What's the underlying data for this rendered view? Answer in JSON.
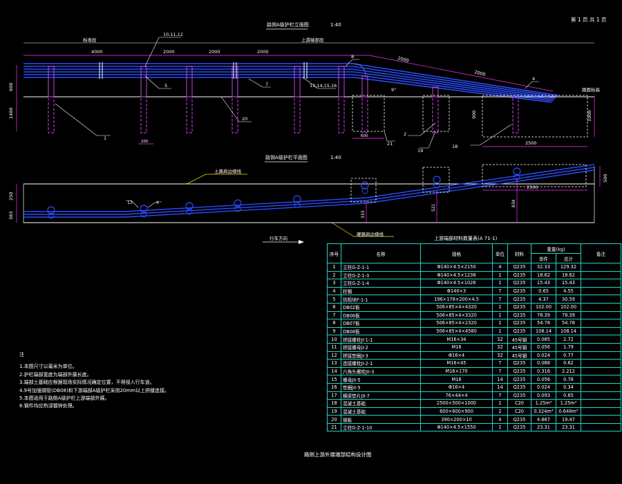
{
  "page": {
    "page_info": "第 1 页  共 1 页",
    "footer_title": "路侧上游外展端部结构设计图"
  },
  "elevation": {
    "title": "路侧A级护栏立面图",
    "scale": "1:40",
    "dims_top": [
      "4000",
      "2000",
      "2000",
      "2000",
      "2000",
      "2000"
    ],
    "label_std": "标准段",
    "label_transition": "上游端部段",
    "callout_top": "10,11,12",
    "callout_mid": "13,14,15,16",
    "callouts": [
      "5",
      "1",
      "7",
      "20",
      "8",
      "4",
      "2",
      "19",
      "18",
      "21"
    ],
    "angle": "9°",
    "left_dims": [
      "600",
      "1400"
    ],
    "right_dims": [
      "900",
      "1000"
    ],
    "bottom_dims": [
      "200",
      "600",
      "2500"
    ],
    "ground_label": "路面标高"
  },
  "plan": {
    "title": "路侧A级护栏平面图",
    "scale": "1:40",
    "label_edge_top": "土路肩边缘线",
    "label_edge_bottom": "硬路肩边缘线",
    "direction": "行车方向",
    "left_dims": [
      "250",
      "383"
    ],
    "right_dim": "500",
    "inner_dims": [
      "333",
      "521",
      "834"
    ],
    "bottom_dim": "2500",
    "callouts": [
      "13",
      "4"
    ]
  },
  "notes": {
    "title": "注",
    "items": [
      "1.本图尺寸以毫米为单位。",
      "2.护栏端部宽度为端部外展长度。",
      "3.端部土基础应根据现场实际情况确定位置，不得侵入行车道。",
      "4.9号加强钢管(DB08)和下游端部A级护栏采用20mm以上拼缝连接。",
      "5.本图适用于路侧A级护栏上游端部外展。",
      "6.钢件均应热浸镀锌处理。"
    ]
  },
  "table": {
    "title": "上游端部材料数量表(A 71-1)",
    "headers": [
      "序号",
      "名称",
      "规格",
      "单位",
      "材料",
      "单件",
      "总计",
      "备注"
    ],
    "weight_header": "重量(kg)",
    "rows": [
      [
        "1",
        "立柱G-Z-1-1",
        "Φ140×4.5×2150",
        "4",
        "Q235",
        "32.33",
        "129.32",
        ""
      ],
      [
        "2",
        "立柱G-Z-1-3",
        "Φ140×4.5×1238",
        "1",
        "Q235",
        "18.62",
        "18.62",
        ""
      ],
      [
        "3",
        "立柱G-Z-1-4",
        "Φ140×4.5×1026",
        "1",
        "Q235",
        "15.43",
        "15.43",
        ""
      ],
      [
        "4",
        "柱帽",
        "Φ140×3",
        "7",
        "Q235",
        "0.65",
        "4.55",
        ""
      ],
      [
        "5",
        "防阻块F-1-1",
        "196×178×200×4.5",
        "7",
        "Q235",
        "4.37",
        "30.59",
        ""
      ],
      [
        "6",
        "DB02板",
        "506×85×4×4320",
        "1",
        "Q235",
        "102.00",
        "102.00",
        ""
      ],
      [
        "7",
        "DB06板",
        "506×85×4×3320",
        "1",
        "Q235",
        "78.39",
        "78.39",
        ""
      ],
      [
        "8",
        "DB07板",
        "506×85×4×2320",
        "1",
        "Q235",
        "54.78",
        "54.78",
        ""
      ],
      [
        "9",
        "DB08板",
        "506×85×4×4580",
        "1",
        "Q235",
        "108.14",
        "108.14",
        ""
      ],
      [
        "10",
        "拼接螺栓JI-1-1",
        "M16×34",
        "32",
        "45号钢",
        "0.085",
        "2.72",
        ""
      ],
      [
        "11",
        "拼接螺母JI-2",
        "M16",
        "32",
        "45号钢",
        "0.056",
        "1.79",
        ""
      ],
      [
        "12",
        "拼接垫圈JI-3",
        "Φ16×4",
        "32",
        "45号钢",
        "0.024",
        "0.77",
        ""
      ],
      [
        "13",
        "连接螺栓JI-2-1",
        "M16×45",
        "7",
        "Q235",
        "0.088",
        "0.62",
        ""
      ],
      [
        "14",
        "六角头螺栓JII-3",
        "M16×170",
        "7",
        "Q235",
        "0.316",
        "2.212",
        ""
      ],
      [
        "15",
        "螺母JII-5",
        "M16",
        "14",
        "Q235",
        "0.056",
        "0.78",
        ""
      ],
      [
        "16",
        "垫圈JII-5",
        "Φ16×4",
        "14",
        "Q235",
        "0.024",
        "0.34",
        ""
      ],
      [
        "17",
        "横梁垫片JII-7",
        "76×44×4",
        "7",
        "Q235",
        "0.093",
        "0.65",
        ""
      ],
      [
        "18",
        "混凝土基础",
        "2500×500×1000",
        "1",
        "C20",
        "1.25m³",
        "1.25m³",
        ""
      ],
      [
        "19",
        "混凝土基础",
        "600×600×900",
        "2",
        "C20",
        "0.324m³",
        "0.648m³",
        ""
      ],
      [
        "20",
        "钢板",
        "390×200×10",
        "4",
        "Q235",
        "4.867",
        "19.47",
        ""
      ],
      [
        "21",
        "立柱G-Z-1-10",
        "Φ140×4.5×1550",
        "1",
        "Q235",
        "23.31",
        "23.31",
        ""
      ]
    ]
  },
  "colors": {
    "bg": "#000000",
    "rail": "#2b4cff",
    "post": "#e04aff",
    "dim": "#ff30ff",
    "line": "#ffffff",
    "leader": "#ffe600",
    "table": "#22d6c8"
  }
}
